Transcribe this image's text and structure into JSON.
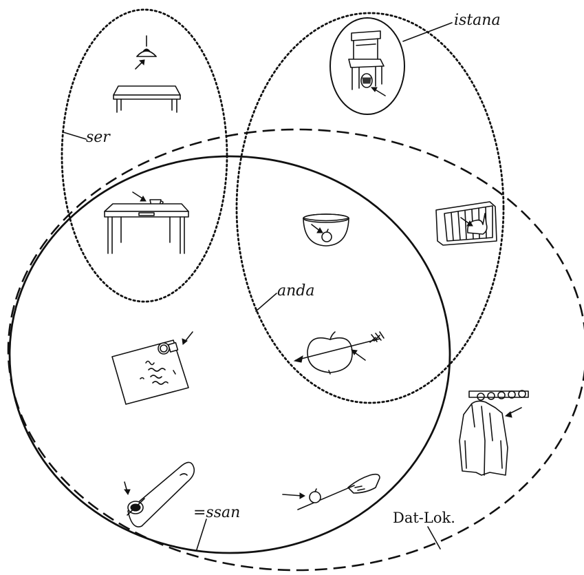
{
  "labels": {
    "ser": "ser",
    "istana": "istana",
    "anda": "anda",
    "ssan": "=ssan",
    "datlok": "Dat-Lok."
  },
  "ink_color": "#111111",
  "regions": [
    {
      "name": "ser",
      "border": "dotted"
    },
    {
      "name": "istana",
      "border": "dotted"
    },
    {
      "name": "anda",
      "border": "solid"
    },
    {
      "name": "=ssan",
      "border": "solid"
    },
    {
      "name": "Dat-Lok.",
      "border": "dashed"
    }
  ],
  "pictures": [
    "lamp-over-table",
    "chair",
    "cup-on-table",
    "apple-in-bowl",
    "rabbit-in-cage",
    "stamp-on-letter",
    "arrow-through-apple",
    "jacket-on-hooks",
    "ring-on-finger",
    "apple-on-stick"
  ]
}
